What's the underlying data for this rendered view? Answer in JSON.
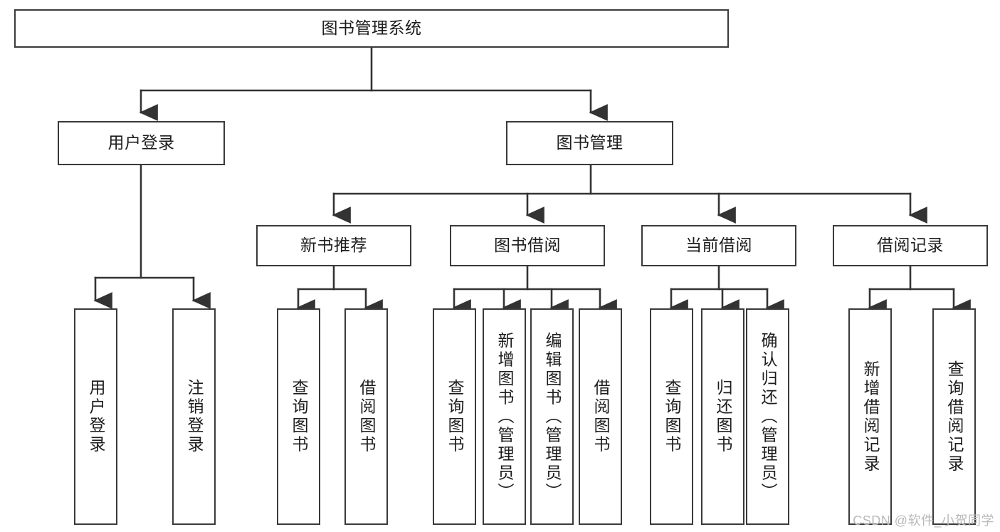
{
  "diagram": {
    "title": "图书管理系统",
    "type": "tree-hierarchy",
    "watermark": "CSDN @软件_小贺同学",
    "colors": {
      "box_border": "#3a3a3a",
      "box_fill": "#ffffff",
      "connector": "#333333",
      "text": "#1d1d1d",
      "watermark": "#b9b9b9"
    },
    "root": {
      "label": "图书管理系统"
    },
    "level2": [
      {
        "label": "用户登录"
      },
      {
        "label": "图书管理"
      }
    ],
    "level3": [
      {
        "label": "新书推荐"
      },
      {
        "label": "图书借阅"
      },
      {
        "label": "当前借阅"
      },
      {
        "label": "借阅记录"
      }
    ],
    "leaves": {
      "user_login": [
        {
          "label": "用户登录"
        },
        {
          "label": "注销登录"
        }
      ],
      "new_book": [
        {
          "label": "查询图书"
        },
        {
          "label": "借阅图书"
        }
      ],
      "book_borrow": [
        {
          "label": "查询图书"
        },
        {
          "label": "新增图书（管理员）"
        },
        {
          "label": "编辑图书（管理员）"
        },
        {
          "label": "借阅图书"
        }
      ],
      "current_borrow": [
        {
          "label": "查询图书"
        },
        {
          "label": "归还图书"
        },
        {
          "label": "确认归还（管理员）"
        }
      ],
      "borrow_record": [
        {
          "label": "新增借阅记录"
        },
        {
          "label": "查询借阅记录"
        }
      ]
    }
  }
}
